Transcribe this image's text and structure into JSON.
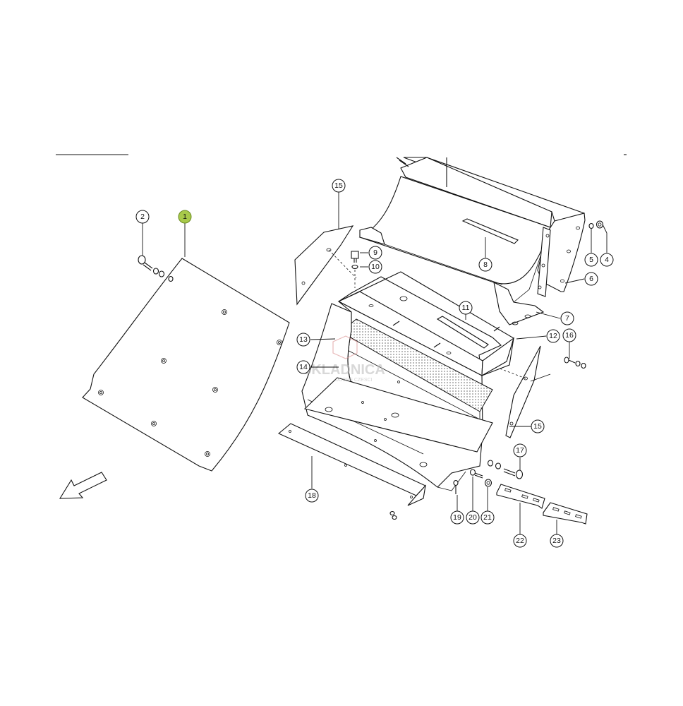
{
  "diagram": {
    "highlight_color": "#a8c94a",
    "callouts": [
      {
        "id": "c1",
        "label": "1"
      },
      {
        "id": "c2",
        "label": "2"
      },
      {
        "id": "c4",
        "label": "4"
      },
      {
        "id": "c5",
        "label": "5"
      },
      {
        "id": "c6",
        "label": "6"
      },
      {
        "id": "c7",
        "label": "7"
      },
      {
        "id": "c8",
        "label": "8"
      },
      {
        "id": "c9",
        "label": "9"
      },
      {
        "id": "c10",
        "label": "10"
      },
      {
        "id": "c11",
        "label": "11"
      },
      {
        "id": "c12",
        "label": "12"
      },
      {
        "id": "c13",
        "label": "13"
      },
      {
        "id": "c14",
        "label": "14"
      },
      {
        "id": "c15a",
        "label": "15"
      },
      {
        "id": "c15b",
        "label": "15"
      },
      {
        "id": "c16",
        "label": "16"
      },
      {
        "id": "c17",
        "label": "17"
      },
      {
        "id": "c18",
        "label": "18"
      },
      {
        "id": "c19",
        "label": "19"
      },
      {
        "id": "c20",
        "label": "20"
      },
      {
        "id": "c21",
        "label": "21"
      },
      {
        "id": "c22",
        "label": "22"
      },
      {
        "id": "c23",
        "label": "23"
      }
    ],
    "watermark": {
      "brand": "SKLADNICA",
      "tagline": "DOBRE CZESCI"
    }
  }
}
